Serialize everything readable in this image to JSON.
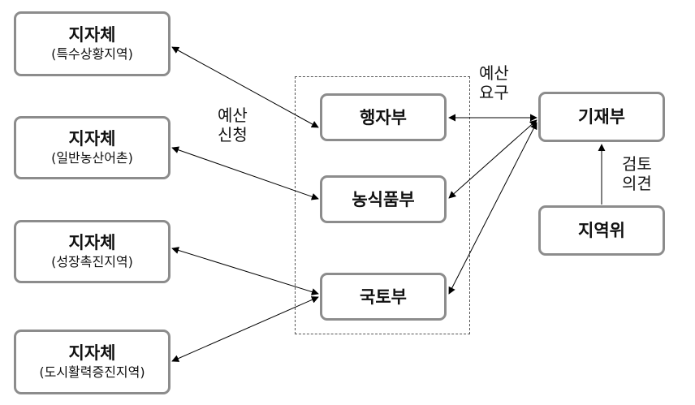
{
  "local_govs": [
    {
      "title": "지자체",
      "sub": "(특수상황지역)"
    },
    {
      "title": "지자체",
      "sub": "(일반농산어촌)"
    },
    {
      "title": "지자체",
      "sub": "(성장촉진지역)"
    },
    {
      "title": "지자체",
      "sub": "(도시활력증진지역)"
    }
  ],
  "ministries": {
    "haengja": "행자부",
    "nongsik": "농식품부",
    "kukto": "국토부"
  },
  "gijae": "기재부",
  "jiyeokwi": "지역위",
  "labels": {
    "budget_request_1": "예산",
    "budget_request_2": "신청",
    "budget_demand_1": "예산",
    "budget_demand_2": "요구",
    "review_1": "검토",
    "review_2": "의견"
  }
}
